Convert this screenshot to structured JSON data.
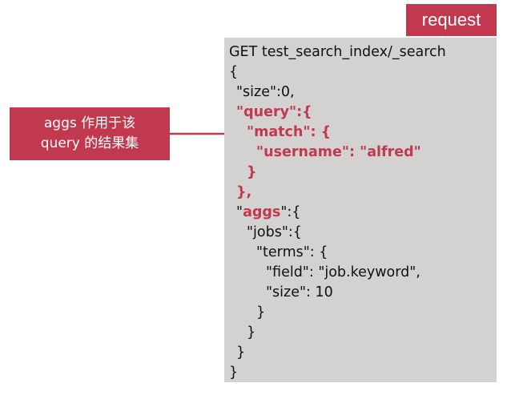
{
  "badge": {
    "label": "request"
  },
  "callout": {
    "line1": "aggs 作用于该",
    "line2": "query 的结果集"
  },
  "code": {
    "l01": "GET test_search_index/_search",
    "l02": "{",
    "l03": "\"size\":0,",
    "l04": "\"query\":{",
    "l05": "\"match\": {",
    "l06": "\"username\": \"alfred\"",
    "l07": "}",
    "l08": "},",
    "l09_q": "\"",
    "l09_k": "aggs",
    "l09_r": "\":{",
    "l10": "\"jobs\":{",
    "l11": "\"terms\": {",
    "l12": "\"field\": \"job.keyword\",",
    "l13": "\"size\": 10",
    "l14": "}",
    "l15": "}",
    "l16": "}",
    "l17": "}"
  },
  "colors": {
    "accent": "#c1394f",
    "code_bg": "#d4d1d1"
  }
}
